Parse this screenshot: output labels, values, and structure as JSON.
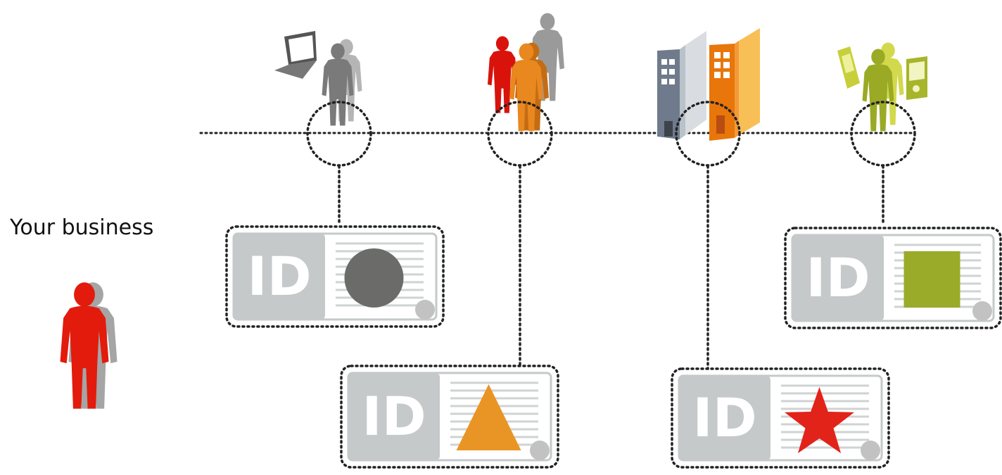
{
  "caption": "Your business",
  "id_label": "ID",
  "actors": [
    {
      "name": "laptop-user",
      "icon": "person-with-laptop-icon",
      "color": "#7a7a7a"
    },
    {
      "name": "group",
      "icon": "people-group-icon",
      "color": "#e8881e"
    },
    {
      "name": "organization",
      "icon": "office-buildings-icon",
      "color": "#e8760a"
    },
    {
      "name": "mobile-user",
      "icon": "person-with-phone-and-pda-icon",
      "color": "#9aaa25"
    }
  ],
  "id_cards": [
    {
      "name": "id-card-circle",
      "symbol": "circle",
      "symbol_color": "#6b6b69"
    },
    {
      "name": "id-card-triangle",
      "symbol": "triangle",
      "symbol_color": "#e99525"
    },
    {
      "name": "id-card-star",
      "symbol": "star",
      "symbol_color": "#e2231a"
    },
    {
      "name": "id-card-square",
      "symbol": "square",
      "symbol_color": "#9aab29"
    }
  ],
  "you": {
    "icon": "person-icon",
    "color": "#e31b0c"
  },
  "colors": {
    "card_gray": "#c5c9c9",
    "line_gray": "#cfd3d3",
    "dot_gray": "#c2c2c2"
  }
}
